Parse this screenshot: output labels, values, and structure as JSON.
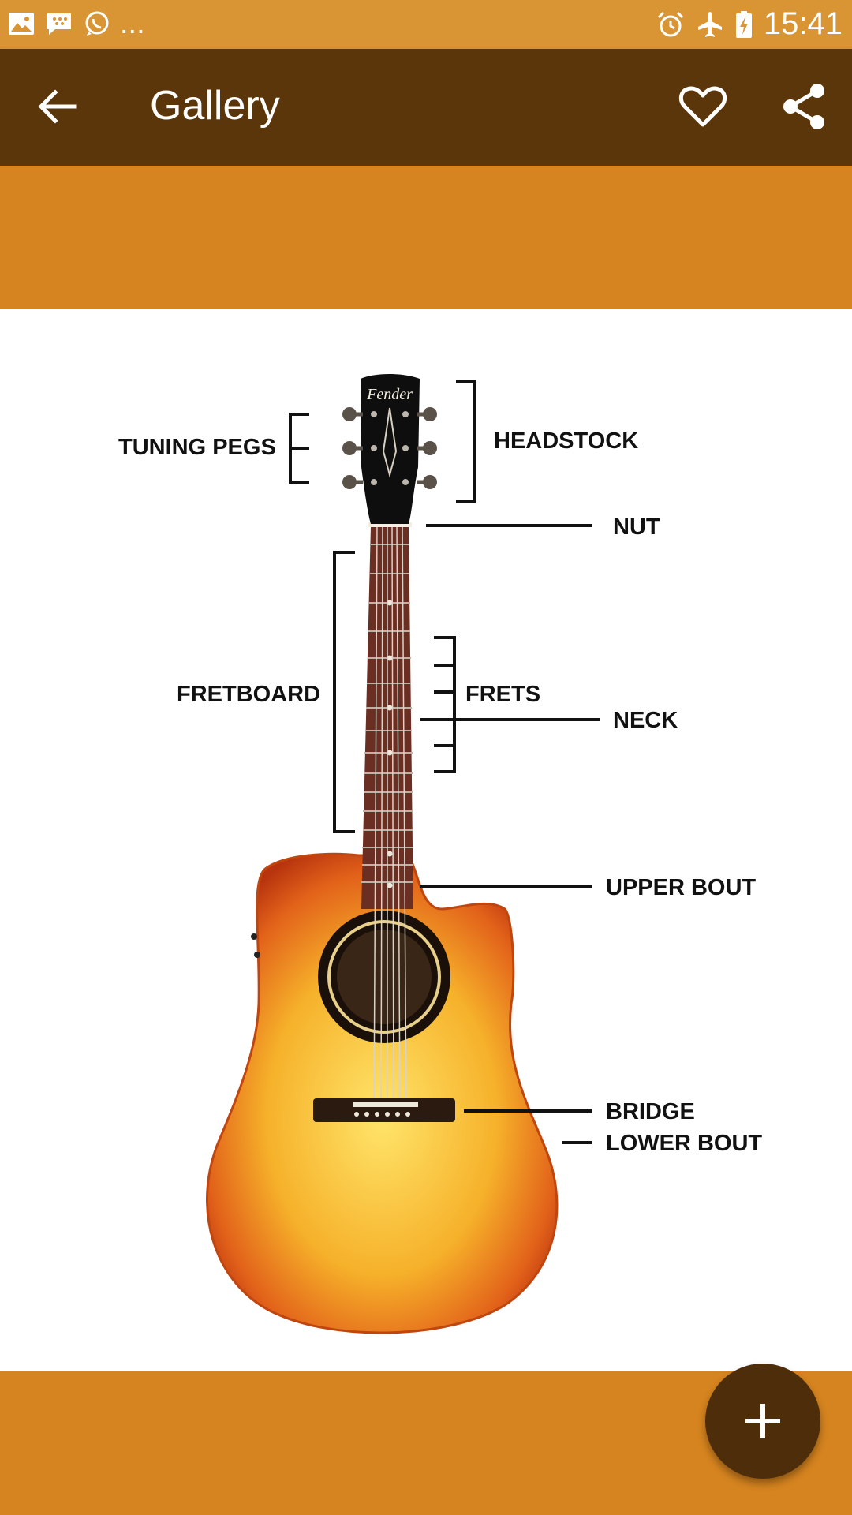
{
  "status_bar": {
    "time": "15:41",
    "overflow": "...",
    "left_icons": [
      "gallery-icon",
      "bbm-icon",
      "whatsapp-icon"
    ],
    "right_icons": [
      "alarm-icon",
      "airplane-mode-icon",
      "battery-charging-icon"
    ]
  },
  "app_bar": {
    "title": "Gallery",
    "actions": [
      "back-arrow-icon",
      "heart-outline-icon",
      "share-icon"
    ]
  },
  "image": {
    "labels": {
      "tuning_pegs": "TUNING PEGS",
      "headstock": "HEADSTOCK",
      "nut": "NUT",
      "fretboard": "FRETBOARD",
      "frets": "FRETS",
      "neck": "NECK",
      "upper_bout": "UPPER BOUT",
      "bridge": "BRIDGE",
      "lower_bout": "LOWER BOUT"
    }
  },
  "fab": {
    "icon": "plus-icon"
  },
  "colors": {
    "status_bar": "#D99533",
    "app_bar": "#5B360B",
    "accent_background": "#D6841F",
    "fab": "#4E2D0A"
  }
}
